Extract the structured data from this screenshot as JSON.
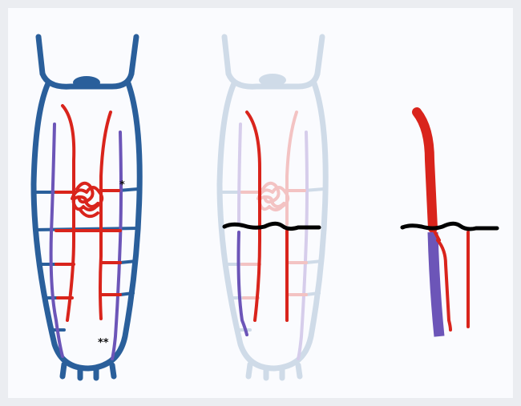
{
  "annotations": {
    "single_star": "*",
    "double_star": "**"
  },
  "colors": {
    "background_outer": "#ebedf1",
    "panel_background": "#fafbfe",
    "vein_dark_blue": "#2a5f9b",
    "vein_faded_blue": "#cfdbe8",
    "artery_red": "#d9241c",
    "artery_faded_red": "#f3c3c3",
    "vein_purple": "#6c55b8",
    "vein_faded_purple": "#d6cdeb",
    "cut_line_black": "#000000"
  },
  "panels": [
    {
      "id": "left",
      "style": "full-color"
    },
    {
      "id": "middle",
      "style": "faded-with-cut"
    },
    {
      "id": "right",
      "style": "isolated-vessels-with-cut"
    }
  ]
}
